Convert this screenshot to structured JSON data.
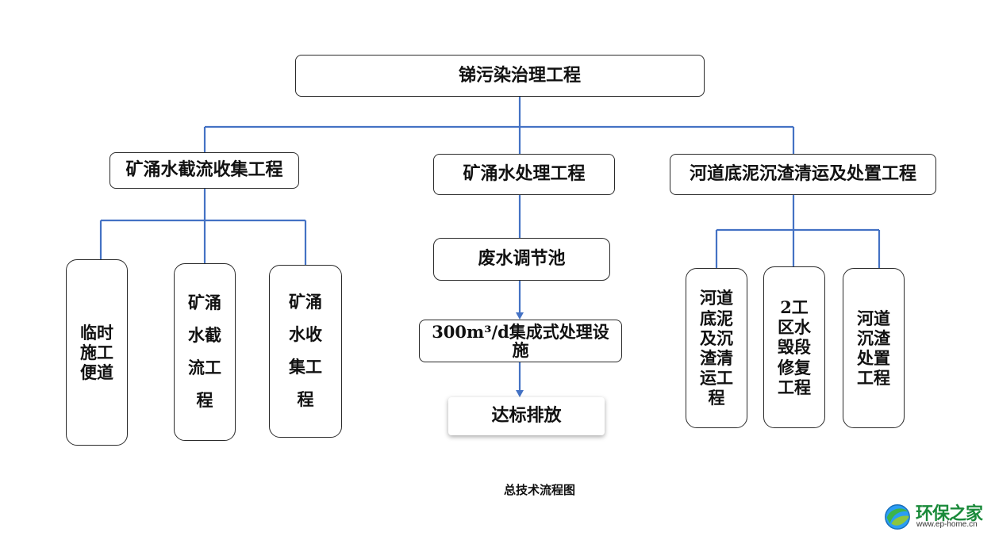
{
  "diagram": {
    "root": "锑污染治理工程",
    "branch_left": "矿涌水截流收集工程",
    "branch_mid": "矿涌水处理工程",
    "branch_right": "河道底泥沉渣清运及处置工程",
    "left_children": [
      "临时施工便道",
      "矿涌水截流工程",
      "矿涌水收集工程"
    ],
    "mid_steps": [
      "废水调节池",
      "300m³/d集成式处理设施",
      "达标排放"
    ],
    "right_children": [
      "河道底泥及沉渣清运工程",
      "2工区水毁段修复工程",
      "河道沉渣处置工程"
    ],
    "caption": "总技术流程图"
  },
  "watermark": {
    "brand": "环保之家",
    "url": "www.ep-home.cn"
  },
  "colors": {
    "connector": "#4472c4",
    "box_border": "#2a2a2a",
    "brand_green": "#1a8a3a"
  }
}
